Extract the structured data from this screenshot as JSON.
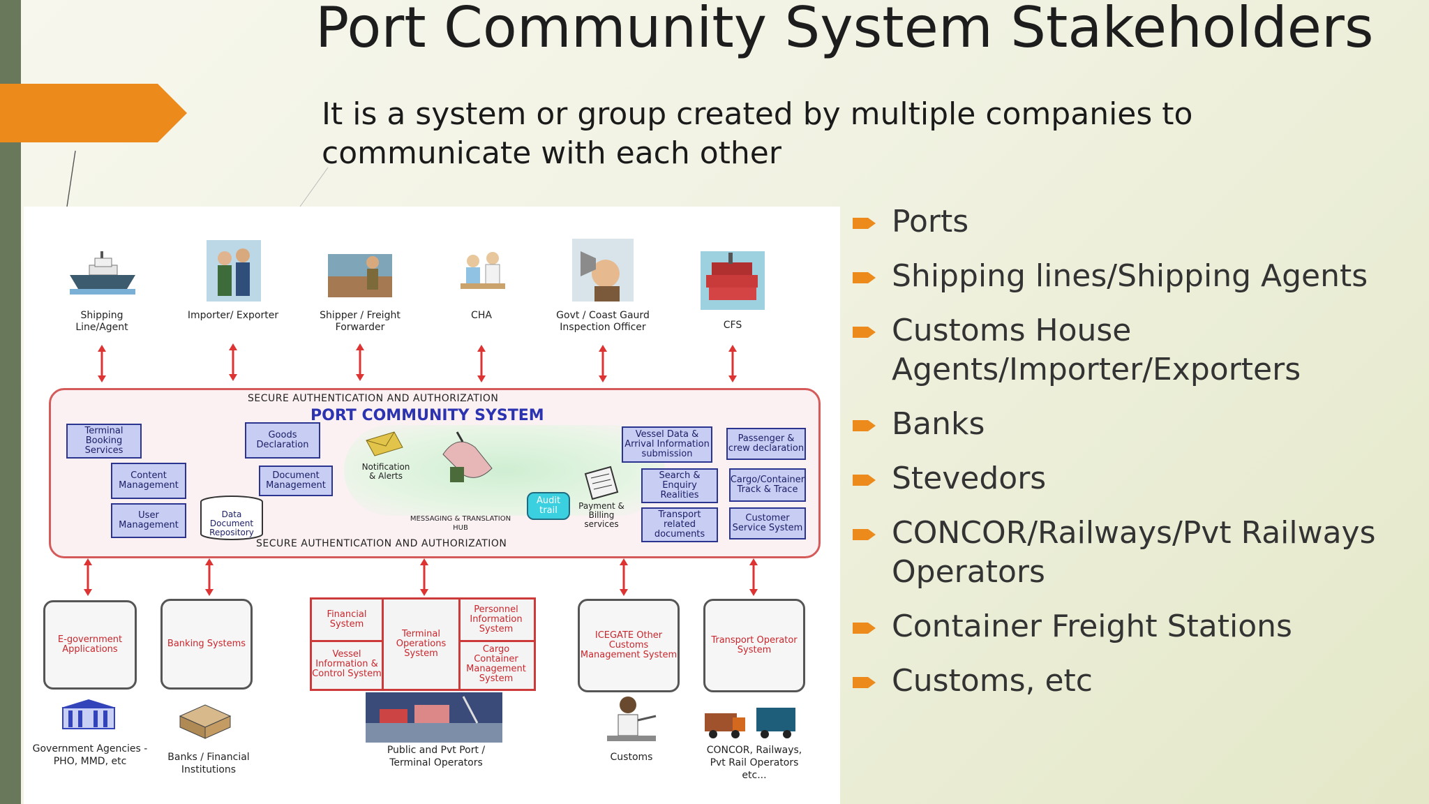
{
  "slide": {
    "title": "Port Community System Stakeholders",
    "subtitle": "It is a system or group created by multiple companies to communicate with each other",
    "colors": {
      "accent_orange": "#ec8a1c",
      "left_bar": "#69775a",
      "bullet": "#ec8a1c"
    },
    "bullets": [
      "Ports",
      "Shipping lines/Shipping Agents",
      "Customs House Agents/Importer/Exporters",
      "Banks",
      "Stevedors",
      "CONCOR/Railways/Pvt Railways Operators",
      "Container Freight Stations",
      "Customs, etc"
    ]
  },
  "diagram": {
    "top_stakeholders": [
      {
        "label": "Shipping Line/Agent",
        "icon": "ship-icon"
      },
      {
        "label": "Importer/ Exporter",
        "icon": "businessmen-icon"
      },
      {
        "label": "Shipper / Freight Forwarder",
        "icon": "worker-icon"
      },
      {
        "label": "CHA",
        "icon": "agent-desk-icon"
      },
      {
        "label": "Govt / Coast Gaurd Inspection Officer",
        "icon": "officer-megaphone-icon"
      },
      {
        "label": "CFS",
        "icon": "containers-icon"
      }
    ],
    "secure_top": "SECURE AUTHENTICATION AND AUTHORIZATION",
    "secure_bottom": "SECURE AUTHENTICATION AND AUTHORIZATION",
    "pcs_title": "PORT COMMUNITY SYSTEM",
    "modules": {
      "terminal_booking": "Terminal Booking Services",
      "goods_declaration": "Goods Declaration",
      "content_management": "Content Management",
      "document_management": "Document Management",
      "user_management": "User Management",
      "data_repository": "Data Document Repository",
      "notification": "Notification & Alerts",
      "messaging_hub": "MESSAGING & TRANSLATION HUB",
      "audit_trail": "Audit trail",
      "payment_billing": "Payment & Billing services",
      "vessel_data": "Vessel Data & Arrival Information submission",
      "search_enquiry": "Search & Enquiry Realities",
      "transport_docs": "Transport related documents",
      "passenger_crew": "Passenger & crew declaration",
      "cargo_track": "Cargo/Container Track & Trace",
      "customer_service": "Customer Service System"
    },
    "bottom_systems": {
      "egov": "E-government Applications",
      "banking": "Banking Systems",
      "financial": "Financial System",
      "terminal_ops": "Terminal Operations System",
      "personnel": "Personnel Information System",
      "vessel_info": "Vessel Information & Control System",
      "cargo_container": "Cargo Container Management System",
      "icegate": "ICEGATE Other Customs Management System",
      "transport_operator": "Transport Operator System"
    },
    "bottom_stakeholders": {
      "government": "Government Agencies -PHO, MMD, etc",
      "banks": "Banks / Financial Institutions",
      "ports": "Public and Pvt Port / Terminal Operators",
      "customs": "Customs",
      "concor": "CONCOR, Railways, Pvt Rail Operators etc..."
    }
  }
}
